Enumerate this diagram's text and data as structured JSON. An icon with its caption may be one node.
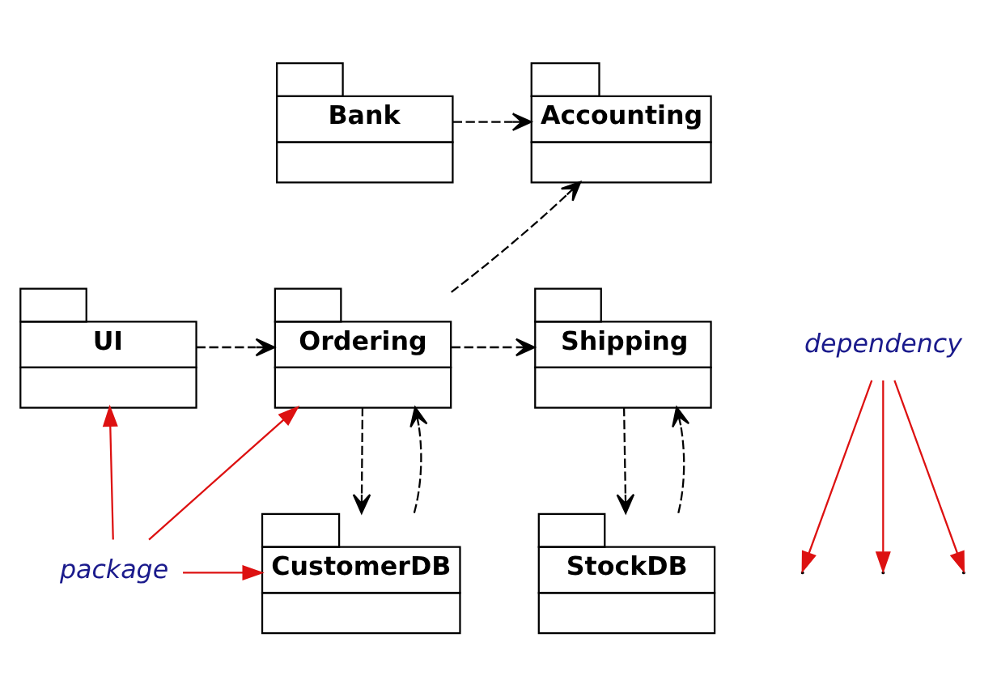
{
  "diagram": {
    "nodes": [
      {
        "text": [
          "Accounting"
        ]
      },
      {
        "text": [
          "Bank"
        ]
      },
      {
        "text": [
          "UI"
        ]
      },
      {
        "text": [
          "Ordering"
        ]
      },
      {
        "text": [
          "Shipping"
        ]
      },
      {
        "text": [
          "CustomerDB"
        ]
      },
      {
        "text": [
          "StockDB"
        ]
      },
      {
        "text": [
          "dependency"
        ]
      },
      {
        "text": [
          "package"
        ]
      }
    ],
    "edges": [
      {
        "from": 1,
        "to": 0,
        "arrow": "to",
        "style": "dashed"
      },
      {
        "from": 3,
        "to": 0,
        "arrow": "to",
        "style": "dashed"
      },
      {
        "from": 2,
        "to": 3,
        "arrow": "to",
        "style": "dashed"
      },
      {
        "from": 3,
        "to": 4,
        "arrow": "to",
        "style": "dashed"
      },
      {
        "from": 3,
        "to": 5,
        "arrow": "to",
        "style": "dashed"
      },
      {
        "from": 5,
        "to": 3,
        "arrow": "to",
        "style": "dashed"
      },
      {
        "from": 4,
        "to": 6,
        "arrow": "to",
        "style": "dashed"
      },
      {
        "from": 6,
        "to": 4,
        "arrow": "to",
        "style": "dashed"
      },
      {
        "from": 7,
        "to": null,
        "arrow": "to",
        "color": "#dd1111"
      },
      {
        "from": 7,
        "to": null,
        "arrow": "to",
        "color": "#dd1111"
      },
      {
        "from": 7,
        "to": null,
        "arrow": "to",
        "color": "#dd1111"
      },
      {
        "from": 8,
        "to": 2,
        "arrow": "to",
        "color": "#dd1111"
      },
      {
        "from": 8,
        "to": 3,
        "arrow": "to",
        "color": "#dd1111"
      },
      {
        "from": 8,
        "to": 5,
        "arrow": "to",
        "color": "#dd1111"
      }
    ]
  }
}
